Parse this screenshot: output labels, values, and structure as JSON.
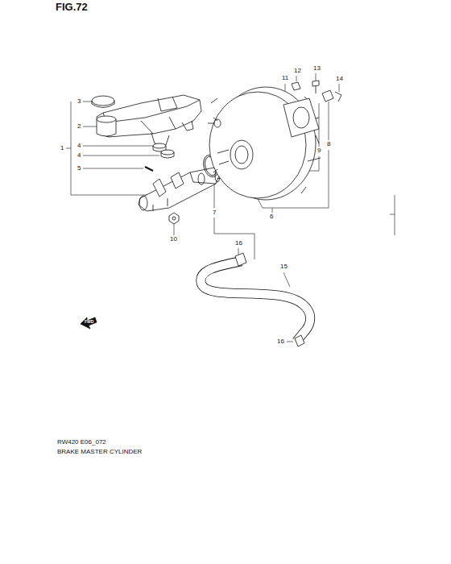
{
  "diagram": {
    "caption": "BRAKE MASTER CYLINDER",
    "labels": [
      "FIG.72",
      "3",
      "2",
      "1",
      "4",
      "4",
      "5",
      "10",
      "11",
      "12",
      "13",
      "14",
      "9",
      "8",
      "7",
      "6",
      "16",
      "15",
      "16",
      "FWD",
      "RW420 E06_072"
    ]
  }
}
